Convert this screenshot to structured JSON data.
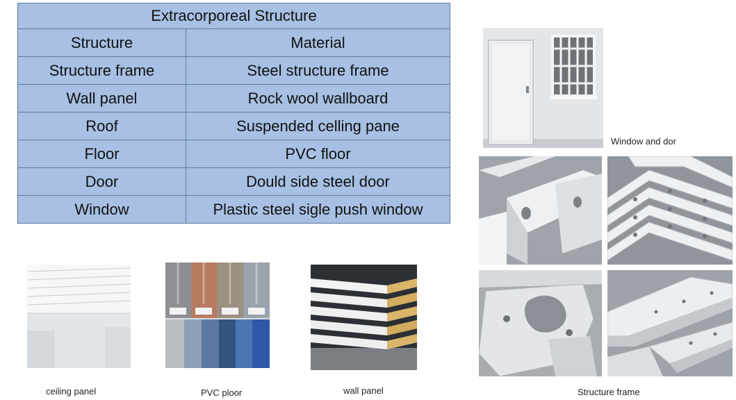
{
  "table": {
    "title": "Extracorporeal Structure",
    "headers": [
      "Structure",
      "Material"
    ],
    "rows": [
      {
        "structure": "Structure frame",
        "material": "Steel structure frame"
      },
      {
        "structure": "Wall panel",
        "material": "Rock wool wallboard"
      },
      {
        "structure": "Roof",
        "material": "Suspended celling pane"
      },
      {
        "structure": "Floor",
        "material": "PVC floor"
      },
      {
        "structure": "Door",
        "material": "Dould side steel door"
      },
      {
        "structure": "Window",
        "material": "Plastic steel sigle push window"
      }
    ]
  },
  "captions": {
    "window_door": "Window and dor",
    "ceiling_panel": "ceiling panel",
    "pvc_floor": "PVC ploor",
    "wall_panel": "wall panel",
    "structure_frame": "Structure frame"
  },
  "colors": {
    "table_fill": "#a7c0e3",
    "table_border": "#5e7a9f",
    "steel_white": "#e9ecef"
  }
}
